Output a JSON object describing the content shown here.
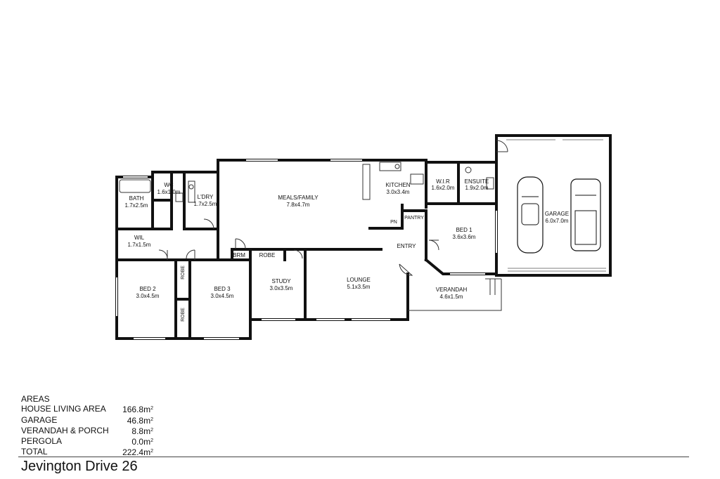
{
  "rooms": {
    "bath": {
      "name": "BATH",
      "size": "1.7x2.5m"
    },
    "wc": {
      "name": "WC",
      "size": "1.6x1.0m"
    },
    "ldry": {
      "name": "L'DRY",
      "size": "1.7x2.5m"
    },
    "wil": {
      "name": "WIL",
      "size": "1.7x1.5m"
    },
    "meals": {
      "name": "MEALS/FAMILY",
      "size": "7.8x4.7m"
    },
    "kitchen": {
      "name": "KITCHEN",
      "size": "3.0x3.4m"
    },
    "pantry": {
      "name": "PANTRY"
    },
    "pn": {
      "name": "PN"
    },
    "wir": {
      "name": "W.I.R",
      "size": "1.6x2.0m"
    },
    "ensuite": {
      "name": "ENSUITE",
      "size": "1.9x2.0m"
    },
    "garage": {
      "name": "GARAGE",
      "size": "6.0x7.0m"
    },
    "bed1": {
      "name": "BED 1",
      "size": "3.6x3.6m"
    },
    "entry": {
      "name": "ENTRY"
    },
    "bed2": {
      "name": "BED 2",
      "size": "3.0x4.5m"
    },
    "bed3": {
      "name": "BED 3",
      "size": "3.0x4.5m"
    },
    "robe_a": {
      "name": "ROBE"
    },
    "robe_b": {
      "name": "ROBE"
    },
    "robe_c": {
      "name": "ROBE"
    },
    "brm": {
      "name": "BRM"
    },
    "study": {
      "name": "STUDY",
      "size": "3.0x3.5m"
    },
    "lounge": {
      "name": "LOUNGE",
      "size": "5.1x3.5m"
    },
    "verandah": {
      "name": "VERANDAH",
      "size": "4.6x1.5m"
    }
  },
  "areas": {
    "heading": "AREAS",
    "unit": "m",
    "unit_sup": "2",
    "rows": [
      {
        "label": "HOUSE LIVING AREA",
        "value": "166.8"
      },
      {
        "label": "GARAGE",
        "value": "46.8"
      },
      {
        "label": "VERANDAH & PORCH",
        "value": "8.8"
      },
      {
        "label": "PERGOLA",
        "value": "0.0"
      },
      {
        "label": "TOTAL",
        "value": "222.4"
      }
    ]
  },
  "title": "Jevington Drive 26"
}
